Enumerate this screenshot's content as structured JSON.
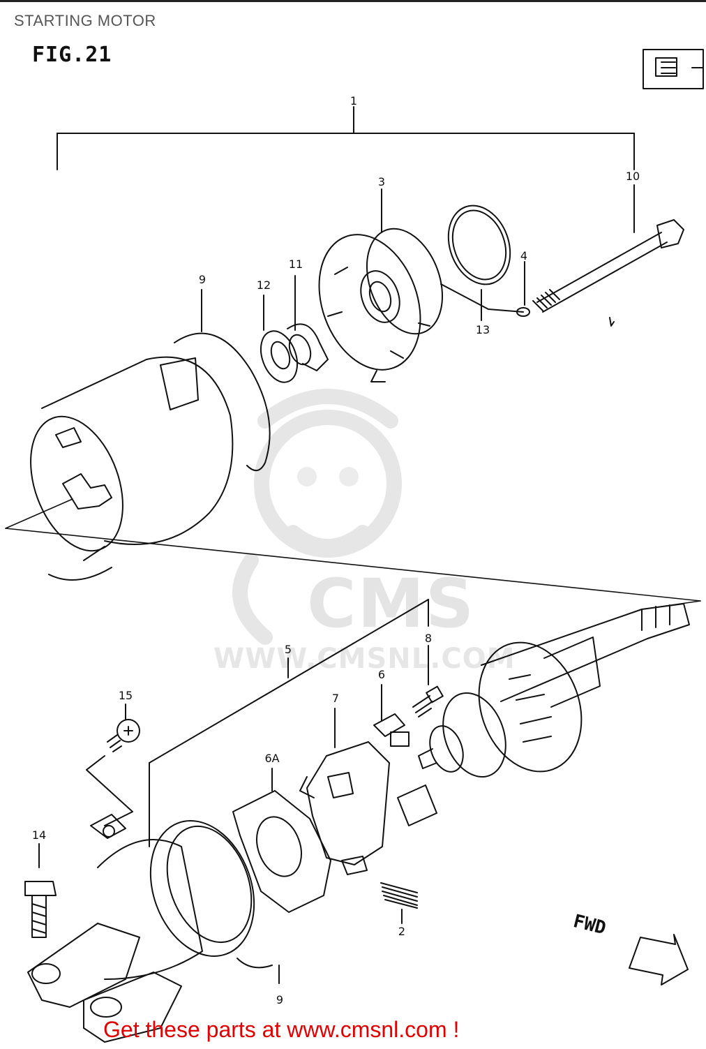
{
  "page_title": "STARTING MOTOR",
  "figure_label": "FIG.21",
  "watermark": {
    "brand": "CMS",
    "url": "WWW.CMSNL.COM"
  },
  "direction_label": "FWD",
  "callouts": {
    "c1": "1",
    "c2": "2",
    "c3": "3",
    "c4": "4",
    "c5": "5",
    "c6": "6",
    "c6a": "6A",
    "c7": "7",
    "c8": "8",
    "c9_top": "9",
    "c9_bottom": "9",
    "c10": "10",
    "c11": "11",
    "c12": "12",
    "c13": "13",
    "c14": "14",
    "c15": "15"
  },
  "footer_link": "Get these parts at www.cmsnl.com !",
  "colors": {
    "link_red": "#e10000",
    "ink": "#111111",
    "watermark_gray": "#e4e4e4"
  }
}
